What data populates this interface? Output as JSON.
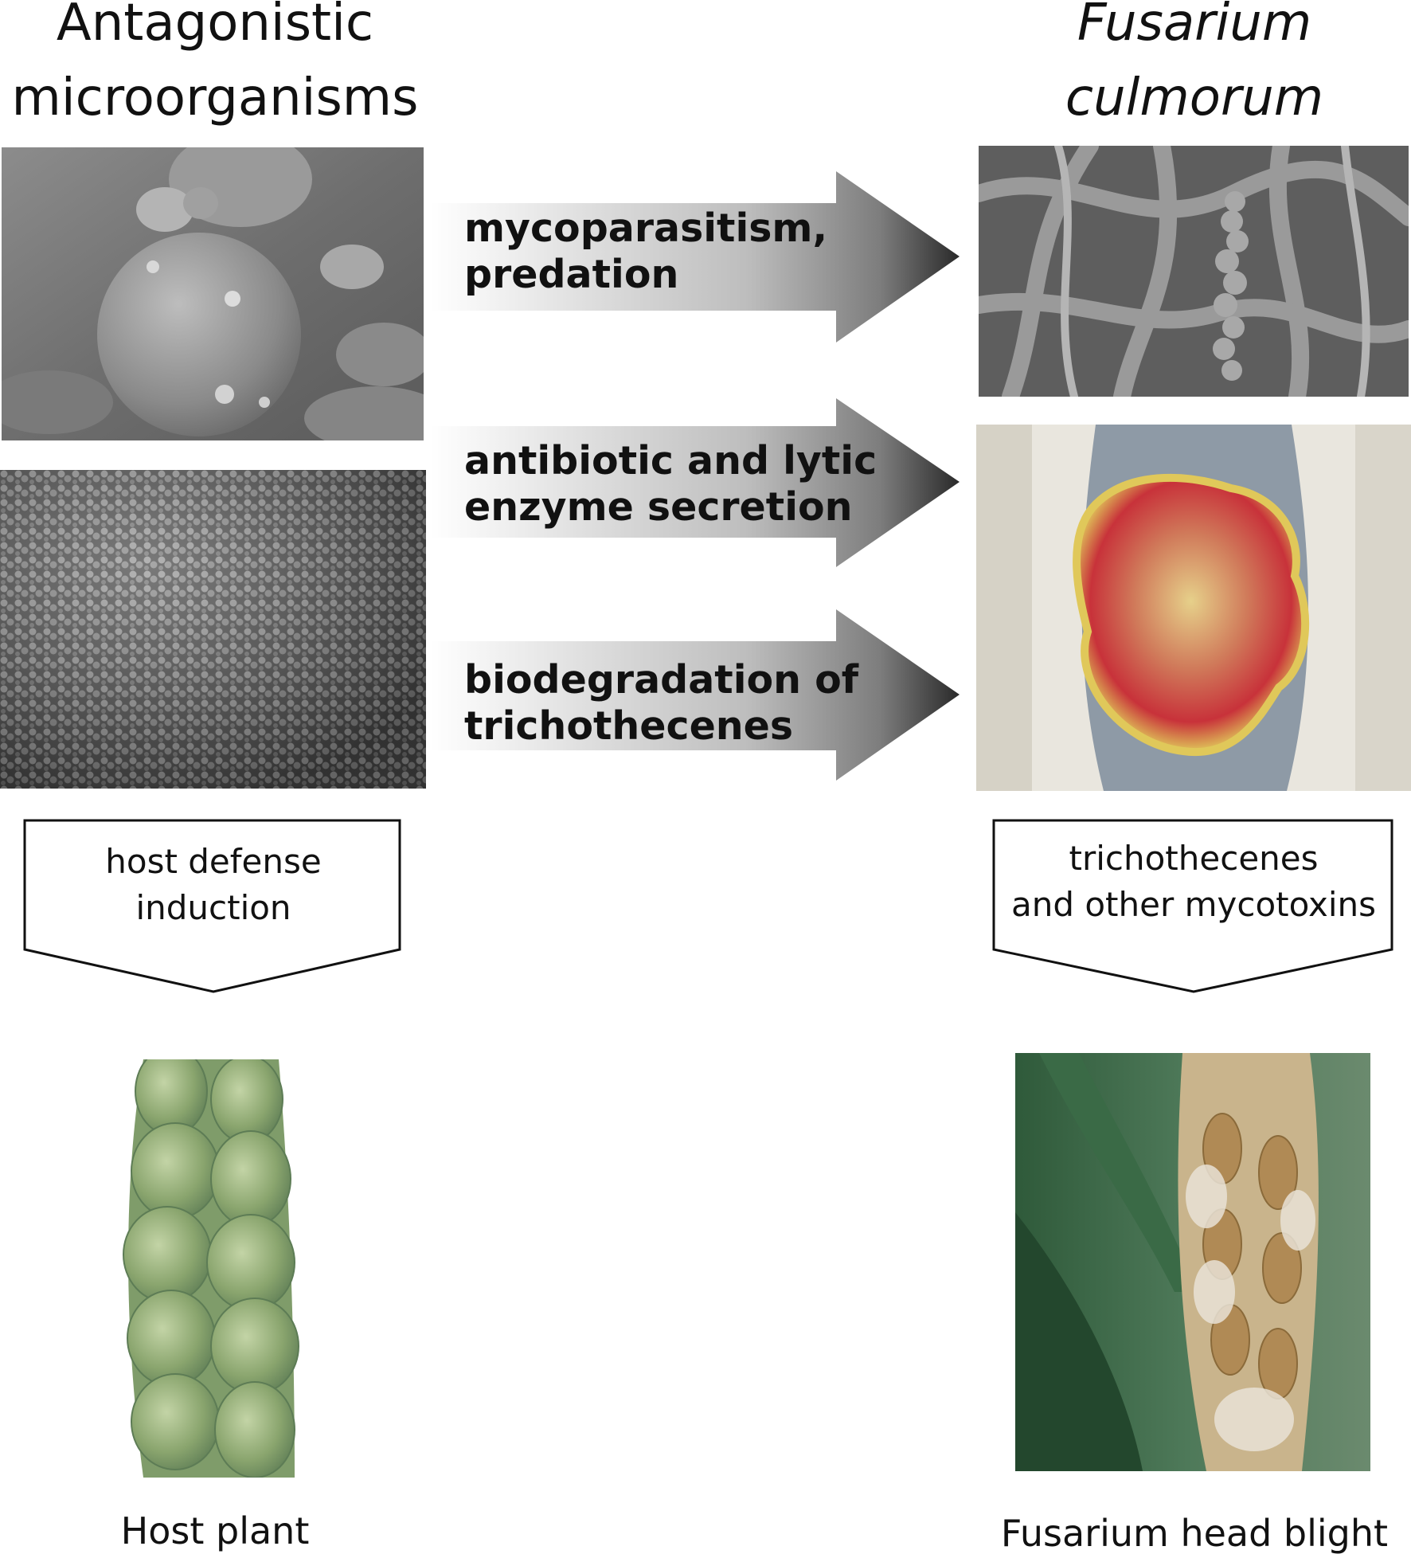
{
  "left_column": {
    "title_line1": "Antagonistic",
    "title_line2": "microorganisms",
    "photos": [
      "sem-yeast-cells",
      "sem-bacterial-cells"
    ],
    "induction_box": {
      "line1": "host defense",
      "line2": "induction"
    },
    "bottom_photo": "healthy-wheat-ear",
    "caption": "Host plant"
  },
  "right_column": {
    "title_line1": "Fusarium",
    "title_line2": "culmorum",
    "photos": [
      "sem-fungal-hyphae",
      "fusarium-colony-culture"
    ],
    "toxin_box": {
      "line1": "trichothecenes",
      "line2": "and other mycotoxins"
    },
    "bottom_photo": "infected-wheat-ear",
    "caption": "Fusarium head blight"
  },
  "arrows": [
    {
      "line1": "mycoparasitism,",
      "line2": "predation"
    },
    {
      "line1": "antibiotic and lytic",
      "line2": "enzyme secretion"
    },
    {
      "line1": "biodegradation of",
      "line2": "trichothecenes"
    }
  ],
  "colors": {
    "arrow_light": "#ffffff",
    "arrow_dark": "#2a2a2a",
    "colony_red": "#c8323a",
    "colony_yellow": "#e0c85a",
    "plant_green": "#8aa56e",
    "blight_tan": "#c9b48c"
  }
}
